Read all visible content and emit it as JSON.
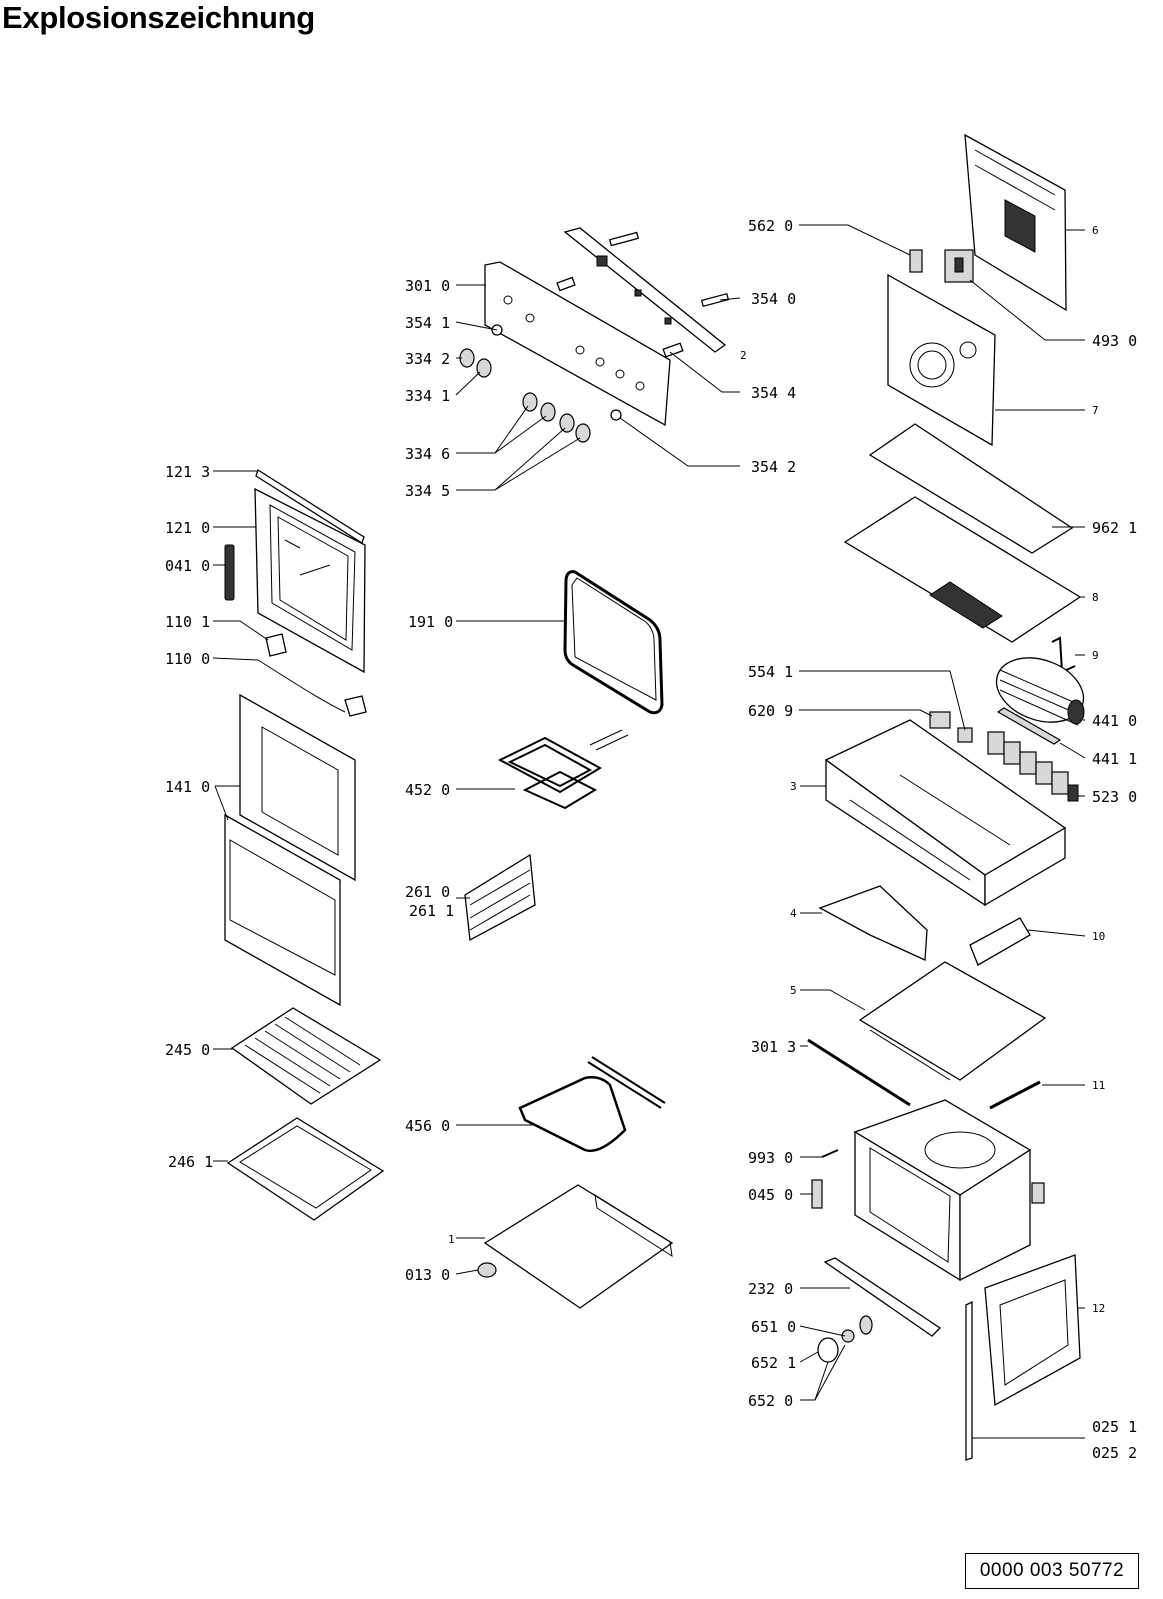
{
  "title": "Explosionszeichnung",
  "document_number": "0000 003 50772",
  "part_labels": [
    {
      "id": "p5620",
      "text": "562 0"
    },
    {
      "id": "p3010",
      "text": "301 0"
    },
    {
      "id": "p3540",
      "text": "354 0"
    },
    {
      "id": "p3541",
      "text": "354 1"
    },
    {
      "id": "p3342",
      "text": "334 2"
    },
    {
      "id": "p3341",
      "text": "334 1"
    },
    {
      "id": "p3544",
      "text": "354 4"
    },
    {
      "id": "p3346",
      "text": "334 6"
    },
    {
      "id": "p3542",
      "text": "354 2"
    },
    {
      "id": "p3345",
      "text": "334 5"
    },
    {
      "id": "p4930",
      "text": "493 0"
    },
    {
      "id": "p1213",
      "text": "121 3"
    },
    {
      "id": "p1210",
      "text": "121 0"
    },
    {
      "id": "p0410",
      "text": "041 0"
    },
    {
      "id": "p1101",
      "text": "110 1"
    },
    {
      "id": "p1100",
      "text": "110 0"
    },
    {
      "id": "p1910",
      "text": "191 0"
    },
    {
      "id": "p9621",
      "text": "962 1"
    },
    {
      "id": "p5541",
      "text": "554 1"
    },
    {
      "id": "p6209",
      "text": "620 9"
    },
    {
      "id": "p4410",
      "text": "441 0"
    },
    {
      "id": "p4411",
      "text": "441 1"
    },
    {
      "id": "p1410",
      "text": "141 0"
    },
    {
      "id": "p4520",
      "text": "452 0"
    },
    {
      "id": "p5230",
      "text": "523 0"
    },
    {
      "id": "p2610",
      "text": "261 0"
    },
    {
      "id": "p2611",
      "text": "261 1"
    },
    {
      "id": "p2450",
      "text": "245 0"
    },
    {
      "id": "p3013",
      "text": "301 3"
    },
    {
      "id": "p4560",
      "text": "456 0"
    },
    {
      "id": "p2461",
      "text": "246 1"
    },
    {
      "id": "p9930",
      "text": "993 0"
    },
    {
      "id": "p0450",
      "text": "045 0"
    },
    {
      "id": "p0130",
      "text": "013 0"
    },
    {
      "id": "p2320",
      "text": "232 0"
    },
    {
      "id": "p6510",
      "text": "651 0"
    },
    {
      "id": "p6521",
      "text": "652 1"
    },
    {
      "id": "p6520",
      "text": "652 0"
    },
    {
      "id": "p0251",
      "text": "025 1"
    },
    {
      "id": "p0252",
      "text": "025 2"
    }
  ],
  "item_numbers": [
    "1",
    "2",
    "3",
    "4",
    "5",
    "6",
    "7",
    "8",
    "9",
    "10",
    "11",
    "12"
  ]
}
